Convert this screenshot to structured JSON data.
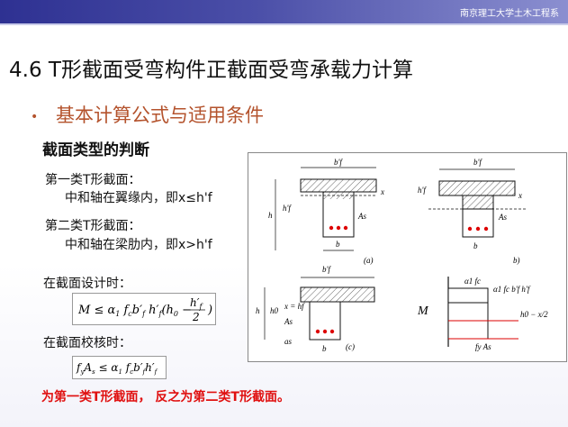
{
  "header": {
    "school": "南京理工大学土木工程系",
    "colors": {
      "bar_start": "#2e3192",
      "bar_end": "#8b8fd0",
      "accent": "#b4532d",
      "warning": "#e01010"
    }
  },
  "title": "4.6  T形截面受弯构件正截面受弯承载力计算",
  "section": {
    "bullet": "•",
    "heading": "基本计算公式与适用条件"
  },
  "subheading": "截面类型的判断",
  "type1": {
    "label": "第一类T形截面：",
    "desc": "中和轴在翼缘内，即x≤h'f"
  },
  "type2": {
    "label": "第二类T形截面：",
    "desc": "中和轴在梁肋内，即x>h'f"
  },
  "design": {
    "label": "在截面设计时：",
    "formula": {
      "lhs": "M ≤ α",
      "sub1": "1",
      "f": " f",
      "subc": "c",
      "rest": "b'f h'f (h0 − h'f / 2)"
    }
  },
  "check": {
    "label": "在截面校核时：",
    "formula": "fyAs ≤ α1 fc b'f h'f"
  },
  "conclusion": "为第一类T形截面， 反之为第二类T形截面。",
  "diagram_labels": {
    "bf": "b'f",
    "hf": "h'f",
    "h": "h",
    "h0": "h0",
    "b": "b",
    "as": "As",
    "x": "x",
    "x_eq": "x = hf",
    "a_s": "as",
    "a": "(a)",
    "bb": "b)",
    "c": "(c)",
    "a1fc": "α1 fc",
    "force": "α1 fc b'f h'f",
    "M": "M",
    "lever": "h0 − x/2",
    "fyAs": "fy As"
  }
}
